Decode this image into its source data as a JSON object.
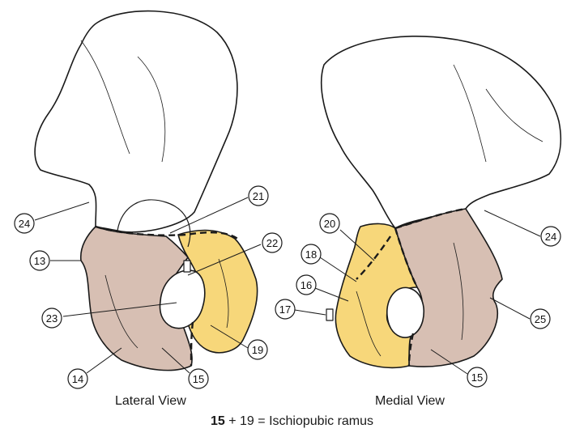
{
  "views": {
    "lateral": "Lateral View",
    "medial": "Medial View"
  },
  "formula": {
    "a": "15",
    "plus": "+",
    "b": "19",
    "rest": "= Ischiopubic ramus"
  },
  "labels": {
    "l13": "13",
    "l14": "14",
    "l15a": "15",
    "l15b": "15",
    "l16": "16",
    "l17": "17",
    "l18": "18",
    "l19": "19",
    "l20": "20",
    "l21": "21",
    "l22": "22",
    "l23": "23",
    "l24a": "24",
    "l24b": "24",
    "l25": "25"
  },
  "colors": {
    "ischium": "#d7bfb3",
    "pubis": "#f7d77a",
    "ilium": "#ffffff",
    "outline": "#1a1a1a"
  }
}
